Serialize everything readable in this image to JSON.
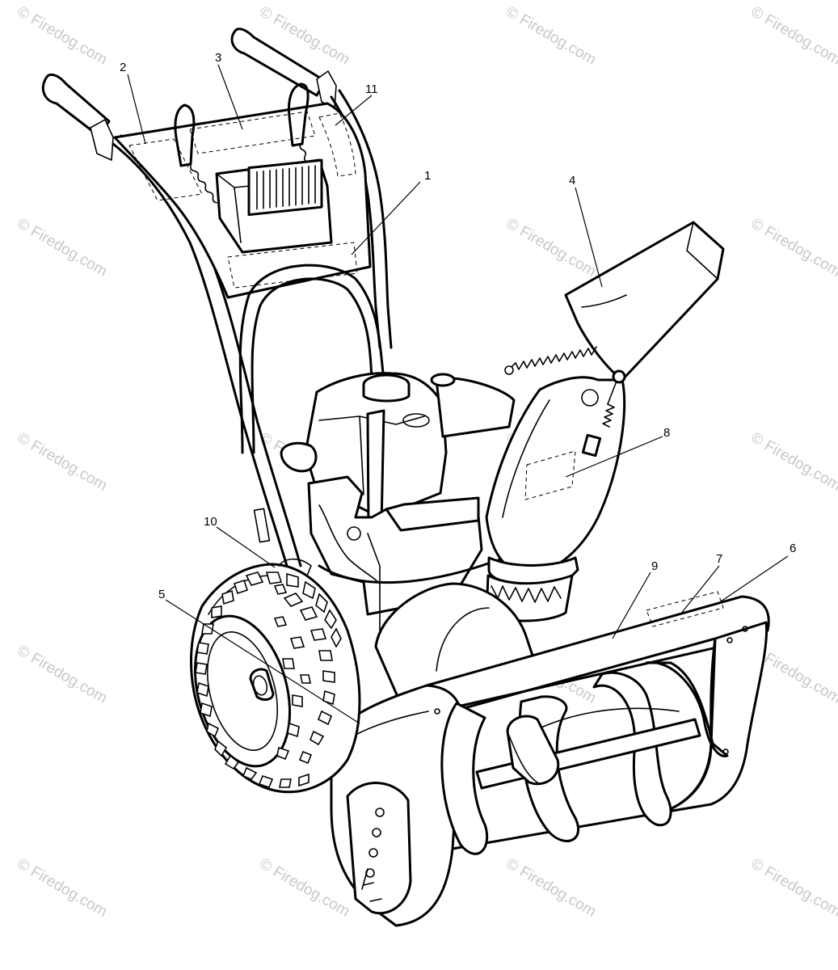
{
  "watermark": {
    "text": "© Firedog.com"
  },
  "callouts": [
    "1",
    "2",
    "3",
    "4",
    "5",
    "6",
    "7",
    "8",
    "9",
    "10",
    "11"
  ]
}
